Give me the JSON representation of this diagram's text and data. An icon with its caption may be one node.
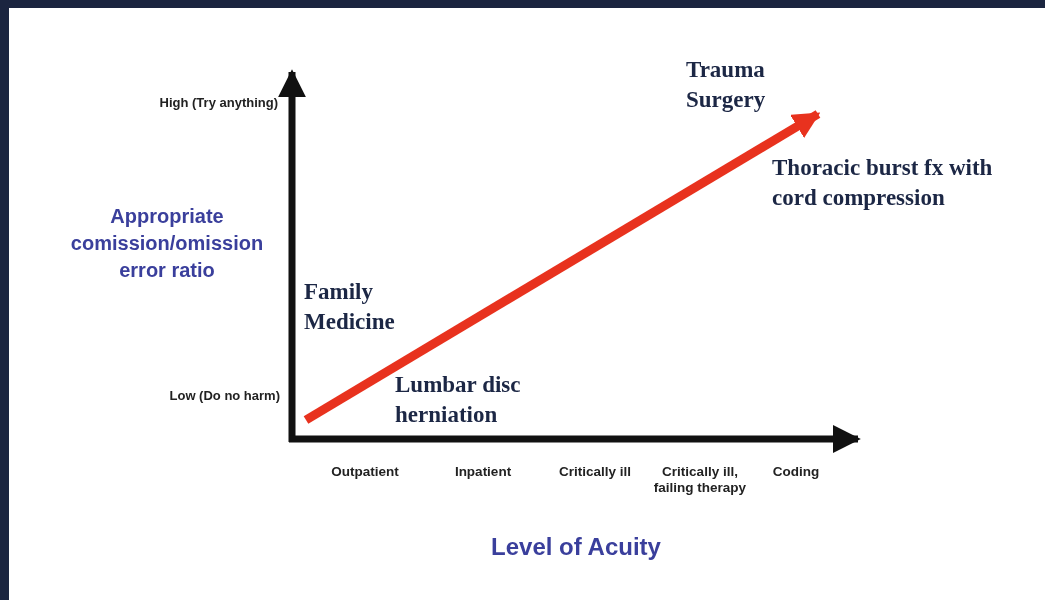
{
  "diagram": {
    "labels": [
      "Trauma Surgery",
      "High (Try anything)",
      "Thoracic burst fx with cord compression",
      "Appropriate comission/omission error ratio",
      "Family Medicine",
      "Lumbar disc herniation",
      "Low (Do no harm)",
      "Outpatient",
      "Inpatient",
      "Critically ill",
      "Critically ill, failing therapy",
      "Coding",
      "Level of Acuity"
    ]
  }
}
